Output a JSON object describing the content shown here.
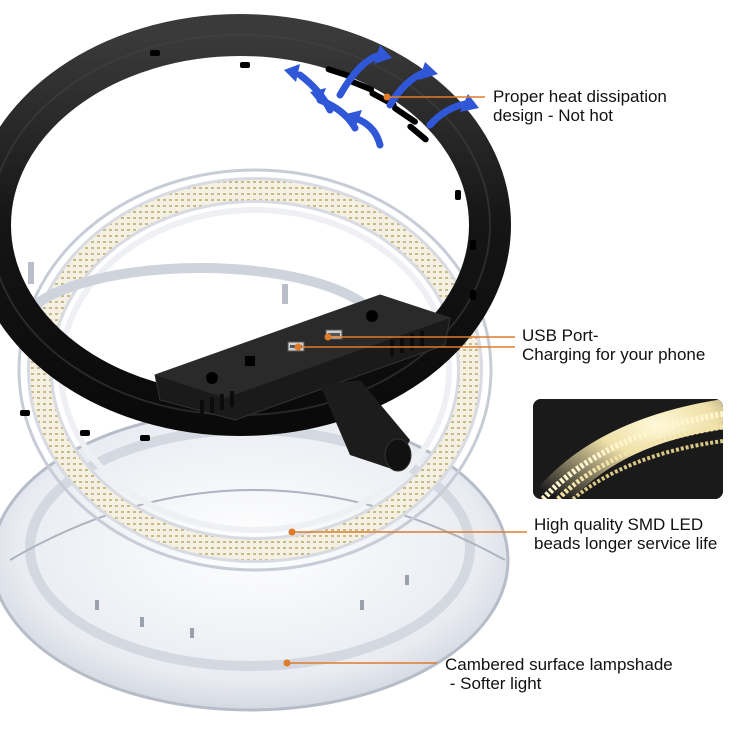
{
  "callouts": [
    {
      "line1": "Proper heat dissipation",
      "line2": "design - Not hot"
    },
    {
      "line1": "USB Port-",
      "line2": "Charging for your phone"
    },
    {
      "line1": "High quality SMD LED",
      "line2": "beads longer service life"
    },
    {
      "line1": "Cambered surface lampshade",
      "line2": " - Softer light"
    }
  ],
  "colors": {
    "leader": "#e07b2a",
    "arrow": "#2f57d8",
    "housing": "#1b1b1b",
    "led": "#f1eccf",
    "shade": "#e3e7ee"
  },
  "icons": [
    "airflow-arrow-icon",
    "usb-port-icon",
    "led-bead-icon"
  ]
}
